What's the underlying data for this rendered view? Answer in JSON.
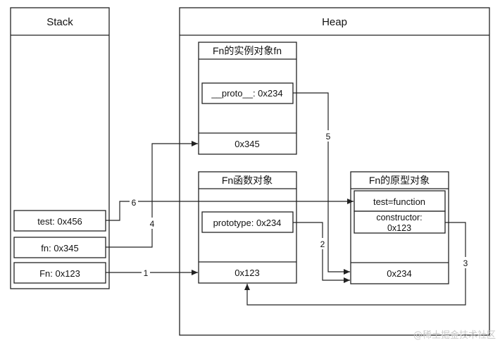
{
  "stack": {
    "title": "Stack",
    "entries": [
      {
        "text": "test: 0x456"
      },
      {
        "text": "fn: 0x345"
      },
      {
        "text": "Fn: 0x123"
      }
    ]
  },
  "heap": {
    "title": "Heap",
    "instance": {
      "title": "Fn的实例对象fn",
      "proto_field": "__proto__: 0x234",
      "address": "0x345"
    },
    "function_object": {
      "title": "Fn函数对象",
      "prototype_field": "prototype: 0x234",
      "address": "0x123"
    },
    "prototype_object": {
      "title": "Fn的原型对象",
      "test_field": "test=function",
      "constructor_line1": "constructor:",
      "constructor_line2": "0x123",
      "address": "0x234"
    }
  },
  "arrows": [
    {
      "label": "1"
    },
    {
      "label": "2"
    },
    {
      "label": "3"
    },
    {
      "label": "4"
    },
    {
      "label": "5"
    },
    {
      "label": "6"
    }
  ],
  "watermark": "@稀土掘金技术社区"
}
